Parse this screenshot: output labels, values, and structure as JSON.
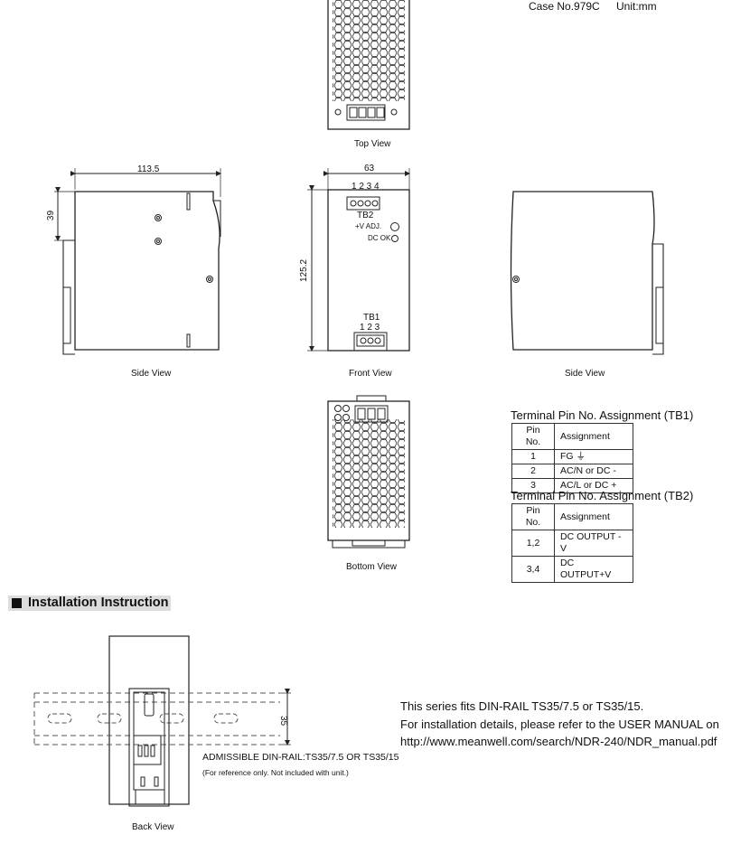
{
  "header": {
    "case_no": "Case No.979C",
    "unit": "Unit:mm"
  },
  "views": {
    "top": "Top View",
    "side_left": "Side View",
    "front": "Front View",
    "side_right": "Side View",
    "bottom": "Bottom View",
    "back": "Back View"
  },
  "dimensions": {
    "depth": "113.5",
    "width": "63",
    "height": "125.2",
    "rail_offset": "39",
    "rail_height": "35"
  },
  "front_labels": {
    "tb2": "TB2",
    "tb2_pins": "1 2 3 4",
    "tb1": "TB1",
    "tb1_pins": "1 2 3",
    "v_adj": "+V ADJ.",
    "dc_ok": "DC OK"
  },
  "tb1_table": {
    "title": "Terminal Pin No.  Assignment (TB1)",
    "headers": [
      "Pin No.",
      "Assignment"
    ],
    "rows": [
      [
        "1",
        "FG ⏚"
      ],
      [
        "2",
        "AC/N or DC -"
      ],
      [
        "3",
        "AC/L or DC +"
      ]
    ]
  },
  "tb2_table": {
    "title": "Terminal Pin No.  Assignment (TB2)",
    "headers": [
      "Pin No.",
      "Assignment"
    ],
    "rows": [
      [
        "1,2",
        "DC OUTPUT -V"
      ],
      [
        "3,4",
        "DC OUTPUT+V"
      ]
    ]
  },
  "installation": {
    "title": "Installation Instruction",
    "rail_note": "ADMISSIBLE DIN-RAIL:TS35/7.5 OR TS35/15",
    "rail_subnote": "(For reference only. Not included with unit.)",
    "desc_lines": [
      "This series fits DIN-RAIL TS35/7.5 or TS35/15.",
      "For installation details, please refer to the USER MANUAL on",
      "http://www.meanwell.com/search/NDR-240/NDR_manual.pdf"
    ]
  }
}
